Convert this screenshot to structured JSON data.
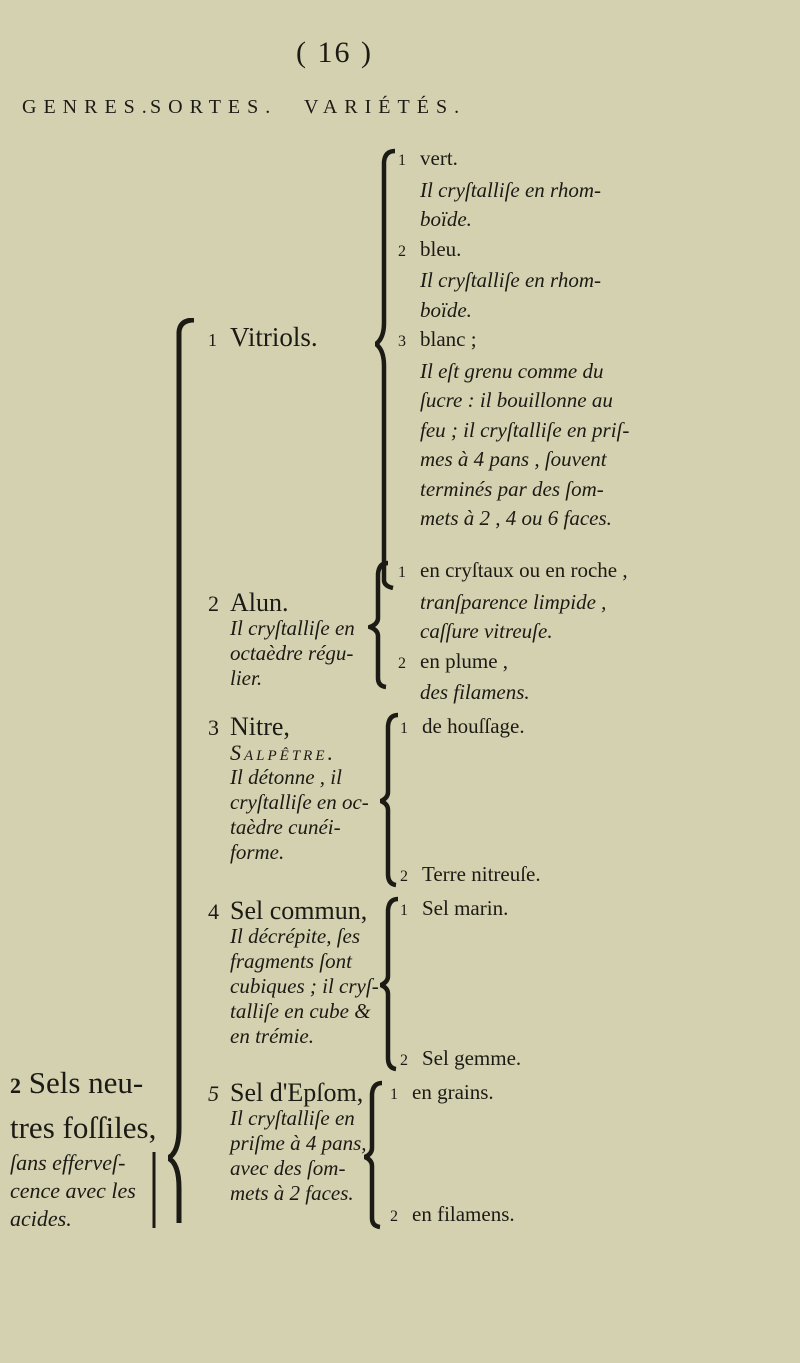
{
  "page": {
    "number": "( 16 )",
    "columns": {
      "genres": "GENRES.",
      "sortes": "SORTES.",
      "varietes": "VARIÉTÉS."
    }
  },
  "genre": {
    "number": "2",
    "title_lines": [
      "Sels neu-",
      "tres foſſiles,"
    ],
    "desc_lines": [
      "ſans efferveſ-",
      "cence avec les",
      "acides."
    ]
  },
  "sortes": [
    {
      "number": "1",
      "name": "Vitriols.",
      "desc_lines": [],
      "varietes": [
        {
          "number": "1",
          "name": "vert.",
          "desc_lines": [
            "Il cryſtalliſe en rhom-",
            "boïde."
          ]
        },
        {
          "number": "2",
          "name": "bleu.",
          "desc_lines": [
            "Il cryſtalliſe en rhom-",
            "boïde."
          ]
        },
        {
          "number": "3",
          "name": "blanc ;",
          "desc_lines": [
            "Il eſt grenu comme du",
            "ſucre : il bouillonne au",
            "feu ; il cryſtalliſe en priſ-",
            "mes à 4 pans , ſouvent",
            "terminés par des ſom-",
            "mets à 2 , 4 ou 6 faces."
          ]
        }
      ]
    },
    {
      "number": "2",
      "name": "Alun.",
      "desc_lines": [
        "Il cryſtalliſe en",
        "octaèdre régu-",
        "lier."
      ],
      "varietes": [
        {
          "number": "1",
          "name": "en cryſtaux ou en roche ,",
          "desc_lines": [
            "tranſparence limpide ,",
            "caſſure vitreuſe."
          ]
        },
        {
          "number": "2",
          "name": "en plume ,",
          "desc_lines": [
            "des filamens."
          ]
        }
      ]
    },
    {
      "number": "3",
      "name": "Nitre,",
      "alt_name": "Salpêtre.",
      "desc_lines": [
        "Il détonne , il",
        "cryſtalliſe en oc-",
        "taèdre cunéi-",
        "forme."
      ],
      "varietes": [
        {
          "number": "1",
          "name": "de houſſage."
        },
        {
          "number": "2",
          "name": "Terre nitreuſe."
        }
      ]
    },
    {
      "number": "4",
      "name": "Sel commun,",
      "desc_lines": [
        "Il décrépite, ſes",
        "fragments ſont",
        "cubiques ; il cryſ-",
        "talliſe en cube &",
        "en trémie."
      ],
      "varietes": [
        {
          "number": "1",
          "name": "Sel marin."
        },
        {
          "number": "2",
          "name": "Sel gemme."
        }
      ]
    },
    {
      "number": "5",
      "name": "Sel d'Epſom,",
      "desc_lines": [
        "Il cryſtalliſe en",
        "priſme à 4 pans,",
        "avec des ſom-",
        "mets à 2 faces."
      ],
      "varietes": [
        {
          "number": "1",
          "name": "en grains."
        },
        {
          "number": "2",
          "name": "en filamens."
        }
      ]
    }
  ],
  "colors": {
    "paper": "#d4d1b1",
    "ink": "#1c1a14"
  }
}
